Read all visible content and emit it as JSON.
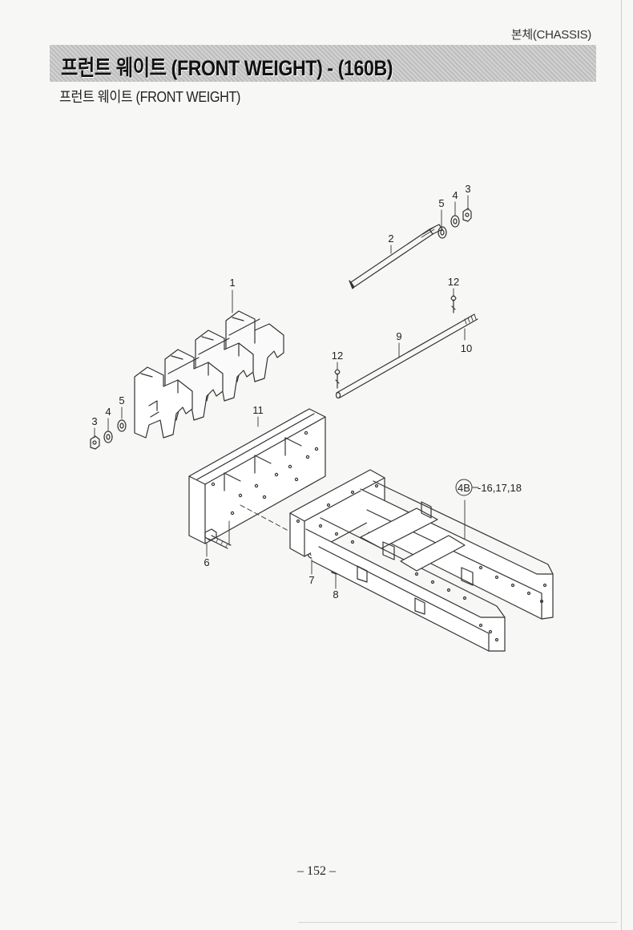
{
  "header": {
    "section_label": "본체(CHASSIS)",
    "title": "프런트 웨이트 (FRONT WEIGHT) - (160B)",
    "subtitle": "프런트 웨이트 (FRONT WEIGHT)"
  },
  "diagram": {
    "callouts": [
      "1",
      "2",
      "3",
      "4",
      "5",
      "6",
      "7",
      "8",
      "9",
      "10",
      "11",
      "12",
      "3",
      "4",
      "5",
      "12"
    ],
    "reference": {
      "circle": "4B",
      "text": "-16,17,18"
    }
  },
  "footer": {
    "page_number": "– 152 –"
  },
  "colors": {
    "line": "#333333",
    "title_bar": "#c8c8c8",
    "background": "#f7f7f5"
  }
}
